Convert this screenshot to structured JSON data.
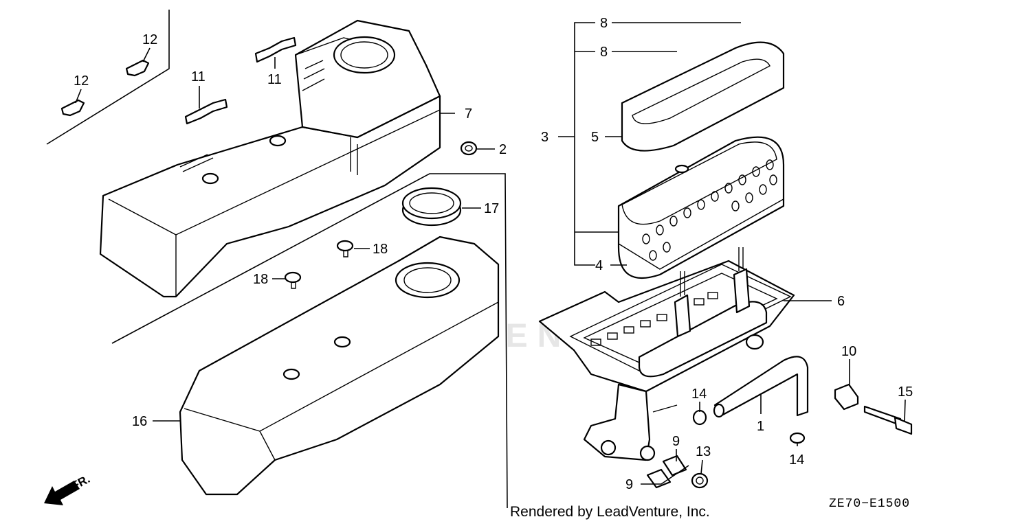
{
  "diagram": {
    "footer_text": "Rendered by LeadVenture, Inc.",
    "diagram_code": "ZE70−E1500",
    "direction_label": "FR.",
    "watermark_text": "LEADVENTURE",
    "callouts": {
      "c1": "1",
      "c2": "2",
      "c3": "3",
      "c4": "4",
      "c5": "5",
      "c6": "6",
      "c7": "7",
      "c8a": "8",
      "c8b": "8",
      "c9a": "9",
      "c9b": "9",
      "c10": "10",
      "c11a": "11",
      "c11b": "11",
      "c12a": "12",
      "c12b": "12",
      "c13": "13",
      "c14a": "14",
      "c14b": "14",
      "c15": "15",
      "c16": "16",
      "c17": "17",
      "c18a": "18",
      "c18b": "18"
    }
  }
}
